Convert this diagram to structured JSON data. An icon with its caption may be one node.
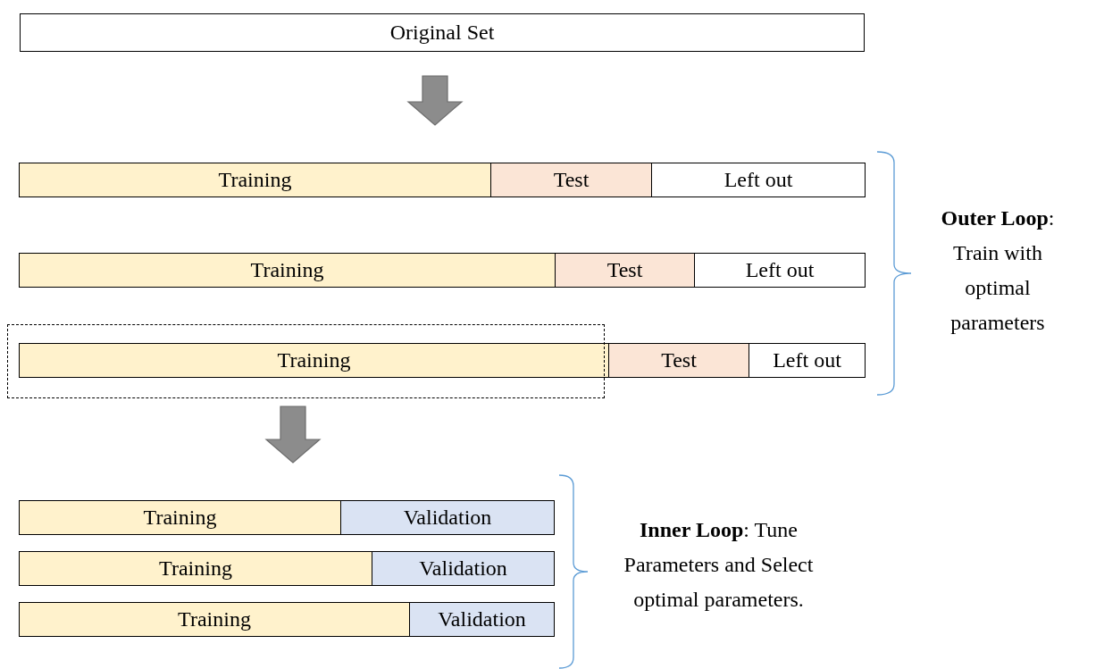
{
  "diagram": {
    "nodes": [
      {
        "text": [
          "Original Set"
        ]
      },
      {
        "text": [],
        "shape": "bar"
      },
      {
        "text": [
          "Training"
        ],
        "in": 1
      },
      {
        "text": [
          "Test"
        ],
        "in": 1
      },
      {
        "text": [
          "Left out"
        ],
        "in": 1
      },
      {
        "text": [],
        "shape": "bar"
      },
      {
        "text": [
          "Training"
        ],
        "in": 5
      },
      {
        "text": [
          "Test"
        ],
        "in": 5
      },
      {
        "text": [
          "Left out"
        ],
        "in": 5
      },
      {
        "text": [],
        "shape": "bar"
      },
      {
        "text": [
          "Training"
        ]
      },
      {
        "text": [
          "Test"
        ],
        "in": 9
      },
      {
        "text": [
          "Left out"
        ],
        "in": 9
      },
      {
        "text": [],
        "shape": "box"
      },
      {
        "text": [],
        "shape": "bar"
      },
      {
        "text": [
          "Training"
        ],
        "in": 14
      },
      {
        "text": [
          "Validation"
        ],
        "in": 14
      },
      {
        "text": [],
        "shape": "bar"
      },
      {
        "text": [
          "Training"
        ],
        "in": 17
      },
      {
        "text": [
          "Validation"
        ],
        "in": 17
      },
      {
        "text": [],
        "shape": "bar"
      },
      {
        "text": [
          "Training"
        ],
        "in": 20
      },
      {
        "text": [
          "Validation"
        ],
        "in": 20
      }
    ],
    "edges": [
      {
        "from": 0,
        "to": 1,
        "arrow": "to",
        "style": "thick"
      },
      {
        "from": 13,
        "to": 14,
        "arrow": "to",
        "style": "thick"
      }
    ],
    "labels": [
      "**Outer Loop**: Train with optimal parameters",
      "**Inner Loop**: Tune Parameters and Select optimal parameters."
    ]
  }
}
